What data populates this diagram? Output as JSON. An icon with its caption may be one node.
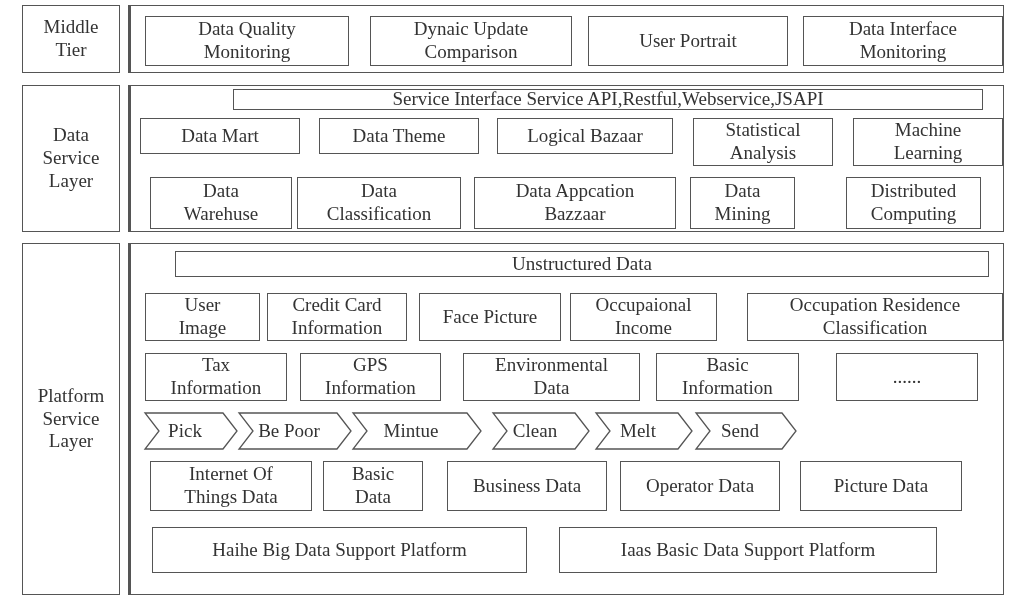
{
  "diagram": {
    "nodes": [
      {
        "text": [
          "Middle Tier"
        ]
      },
      {
        "text": [],
        "shape": "box"
      },
      {
        "text": [
          "Data Quality Monitoring"
        ],
        "in": 1
      },
      {
        "text": [
          "Dynaic Update Comparison"
        ],
        "in": 1
      },
      {
        "text": [
          "User Portrait"
        ],
        "in": 1
      },
      {
        "text": [
          "Data Interface Monitoring"
        ],
        "in": 1
      },
      {
        "text": [
          "Data Service Layer"
        ]
      },
      {
        "text": [],
        "shape": "box"
      },
      {
        "text": [
          "Service Interface Service API,Restful,Webservice,JSAPI"
        ],
        "in": 7
      },
      {
        "text": [
          "Data Mart"
        ],
        "in": 7
      },
      {
        "text": [
          "Data Theme"
        ],
        "in": 7
      },
      {
        "text": [
          "Logical Bazaar"
        ],
        "in": 7
      },
      {
        "text": [
          "Statistical Analysis"
        ],
        "in": 7
      },
      {
        "text": [
          "Machine Learning"
        ],
        "in": 7
      },
      {
        "text": [
          "Data Warehuse"
        ],
        "in": 7
      },
      {
        "text": [
          "Data Classification"
        ],
        "in": 7
      },
      {
        "text": [
          "Data Appcation Bazzaar"
        ],
        "in": 7
      },
      {
        "text": [
          "Data Mining"
        ],
        "in": 7
      },
      {
        "text": [
          "Distributed Computing"
        ],
        "in": 7
      },
      {
        "text": [
          "Platform Service Layer"
        ]
      },
      {
        "text": [],
        "shape": "box"
      },
      {
        "text": [
          "Unstructured Data"
        ],
        "in": 20
      },
      {
        "text": [
          "User Image"
        ],
        "in": 20
      },
      {
        "text": [
          "Credit Card Information"
        ],
        "in": 20
      },
      {
        "text": [
          "Face Picture"
        ],
        "in": 20
      },
      {
        "text": [
          "Occupaional Income"
        ],
        "in": 20
      },
      {
        "text": [
          "Occupation Residence Classification"
        ],
        "in": 20
      },
      {
        "text": [
          "Tax Information"
        ],
        "in": 20
      },
      {
        "text": [
          "GPS Information"
        ],
        "in": 20
      },
      {
        "text": [
          "Environmental Data"
        ],
        "in": 20
      },
      {
        "text": [
          "Basic Information"
        ],
        "in": 20
      },
      {
        "text": [
          "......"
        ],
        "in": 20
      },
      {
        "text": [
          "Pick"
        ],
        "in": 20
      },
      {
        "text": [
          "Be Poor"
        ],
        "in": 20
      },
      {
        "text": [
          "Mintue"
        ],
        "in": 20
      },
      {
        "text": [
          "Clean"
        ],
        "in": 20
      },
      {
        "text": [
          "Melt"
        ],
        "in": 20
      },
      {
        "text": [
          "Send"
        ],
        "in": 20
      },
      {
        "text": [
          "Internet Of Things Data"
        ],
        "in": 20
      },
      {
        "text": [
          "Basic Data"
        ],
        "in": 20
      },
      {
        "text": [
          "Business Data"
        ],
        "in": 20
      },
      {
        "text": [
          "Operator Data"
        ],
        "in": 20
      },
      {
        "text": [
          "Picture Data"
        ],
        "in": 20
      },
      {
        "text": [
          "Haihe Big Data Support Platform"
        ],
        "in": 20
      },
      {
        "text": [
          "Iaas Basic Data Support Platform"
        ],
        "in": 20
      }
    ],
    "edges": []
  }
}
